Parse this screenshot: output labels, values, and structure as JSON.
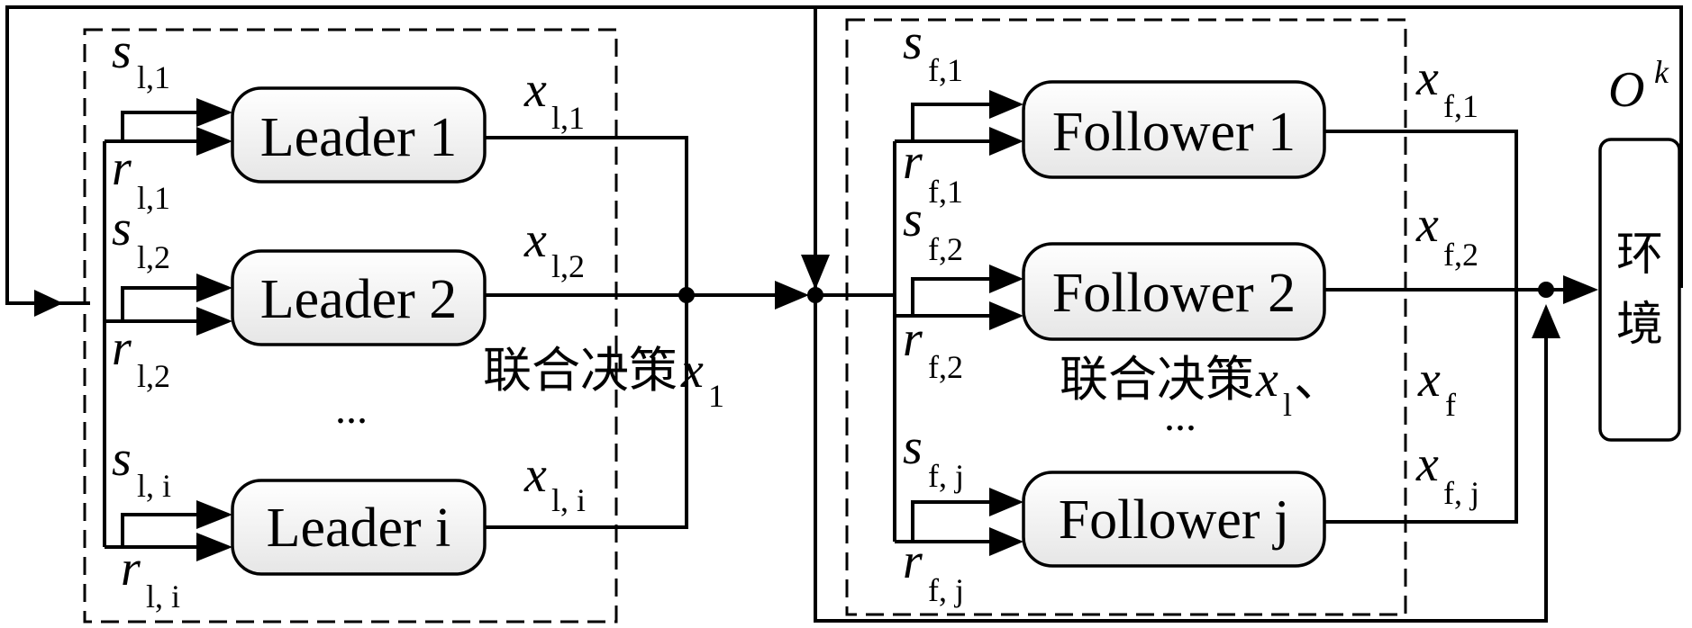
{
  "leaders": {
    "boxes": [
      "Leader 1",
      "Leader 2",
      "Leader i"
    ],
    "outputs": [
      {
        "var": "x",
        "sub": "l,1"
      },
      {
        "var": "x",
        "sub": "l,2"
      },
      {
        "var": "x",
        "sub": "l, i"
      }
    ],
    "inputs": [
      {
        "s_sub": "l,1",
        "r_sub": "l,1"
      },
      {
        "s_sub": "l,2",
        "r_sub": "l,2"
      },
      {
        "s_sub": "l, i",
        "r_sub": "l, i"
      }
    ],
    "ellipsis": "...",
    "joint_label": "联合决策",
    "joint_var": "x",
    "joint_sub": "1"
  },
  "followers": {
    "boxes": [
      "Follower 1",
      "Follower 2",
      "Follower j"
    ],
    "outputs": [
      {
        "var": "x",
        "sub": "f,1"
      },
      {
        "var": "x",
        "sub": "f,2"
      },
      {
        "var": "x",
        "sub": "f, j"
      }
    ],
    "inputs": [
      {
        "s_sub": "f,1",
        "r_sub": "f,1"
      },
      {
        "s_sub": "f,2",
        "r_sub": "f,2"
      },
      {
        "s_sub": "f, j",
        "r_sub": "f, j"
      }
    ],
    "ellipsis": "...",
    "joint_label": "联合决策",
    "joint_var1": "x",
    "joint_sub1": "l",
    "joint_sep": "、",
    "joint_var2": "x",
    "joint_sub2": "f"
  },
  "environment": {
    "label_line1": "环",
    "label_line2": "境",
    "obs_var": "O",
    "obs_sup": "k"
  },
  "symbols": {
    "s": "s",
    "r": "r"
  }
}
